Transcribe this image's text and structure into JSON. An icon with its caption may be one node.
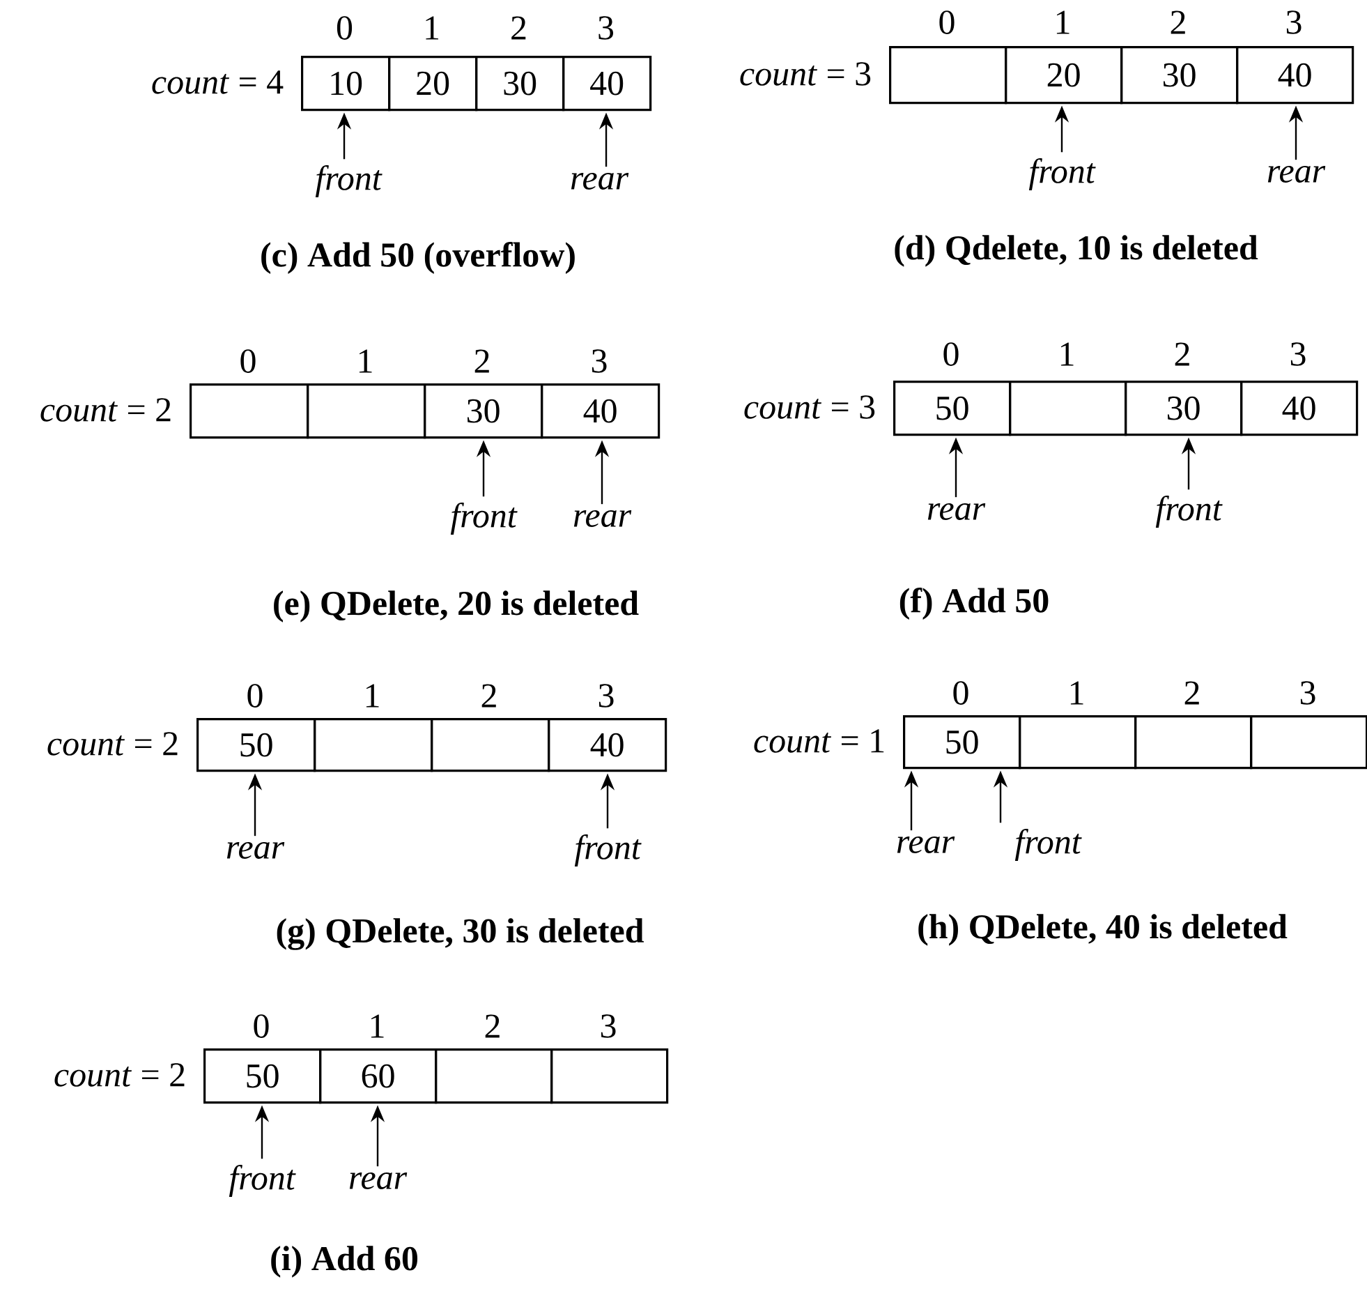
{
  "diagram": {
    "nodes": [
      {
        "text": [
          "10"
        ]
      },
      {
        "text": [
          "20"
        ]
      },
      {
        "text": [
          "30"
        ]
      },
      {
        "text": [
          "40"
        ]
      },
      {
        "text": [
          "front"
        ]
      },
      {
        "text": [
          "rear"
        ]
      },
      {
        "text": [],
        "shape": "box"
      },
      {
        "text": [
          "20"
        ]
      },
      {
        "text": [
          "30"
        ]
      },
      {
        "text": [
          "40"
        ]
      },
      {
        "text": [
          "front"
        ]
      },
      {
        "text": [
          "rear"
        ]
      },
      {
        "text": [],
        "shape": "box"
      },
      {
        "text": [],
        "shape": "box"
      },
      {
        "text": [
          "30"
        ]
      },
      {
        "text": [
          "40"
        ]
      },
      {
        "text": [
          "front"
        ]
      },
      {
        "text": [
          "rear"
        ]
      },
      {
        "text": [
          "50"
        ]
      },
      {
        "text": [],
        "shape": "box"
      },
      {
        "text": [
          "30"
        ]
      },
      {
        "text": [
          "40"
        ]
      },
      {
        "text": [
          "rear"
        ]
      },
      {
        "text": [
          "front"
        ]
      },
      {
        "text": [
          "50"
        ]
      },
      {
        "text": [],
        "shape": "box"
      },
      {
        "text": [],
        "shape": "box"
      },
      {
        "text": [
          "40"
        ]
      },
      {
        "text": [
          "rear"
        ]
      },
      {
        "text": [
          "front"
        ]
      },
      {
        "text": [
          "50"
        ]
      },
      {
        "text": [],
        "shape": "box"
      },
      {
        "text": [],
        "shape": "box"
      },
      {
        "text": [],
        "shape": "box"
      },
      {
        "text": [
          "rear"
        ]
      },
      {
        "text": [
          "front"
        ]
      },
      {
        "text": [
          "50"
        ]
      },
      {
        "text": [
          "60"
        ]
      },
      {
        "text": [],
        "shape": "box"
      },
      {
        "text": [],
        "shape": "box"
      },
      {
        "text": [
          "front"
        ]
      },
      {
        "text": [
          "rear"
        ]
      }
    ],
    "edges": [
      {
        "from": 4,
        "to": 0,
        "arrow": "to"
      },
      {
        "from": 5,
        "to": 3,
        "arrow": "to"
      },
      {
        "from": 10,
        "to": 7,
        "arrow": "to"
      },
      {
        "from": 11,
        "to": 9,
        "arrow": "to"
      },
      {
        "from": 16,
        "to": 14,
        "arrow": "to"
      },
      {
        "from": 17,
        "to": 15,
        "arrow": "to"
      },
      {
        "from": 22,
        "to": 18,
        "arrow": "to"
      },
      {
        "from": 23,
        "to": 20,
        "arrow": "to"
      },
      {
        "from": 28,
        "to": 24,
        "arrow": "to"
      },
      {
        "from": 29,
        "to": 27,
        "arrow": "to"
      },
      {
        "from": 34,
        "to": 30,
        "arrow": "to"
      },
      {
        "from": 35,
        "to": 30,
        "arrow": "to"
      },
      {
        "from": 40,
        "to": 36,
        "arrow": "to"
      },
      {
        "from": 41,
        "to": 37,
        "arrow": "to"
      }
    ],
    "labels": [
      "0",
      "1",
      "2",
      "3",
      "*count* = 4",
      "(c) Add 50 (overflow)",
      "0",
      "1",
      "2",
      "3",
      "*count* = 3",
      "(d) Qdelete, 10 is deleted",
      "0",
      "1",
      "2",
      "3",
      "*count* = 2",
      "(e) QDelete, 20 is deleted",
      "0",
      "1",
      "2",
      "3",
      "*count* = 3",
      "(f) Add 50",
      "0",
      "1",
      "2",
      "3",
      "*count* = 2",
      "(g) QDelete, 30 is deleted",
      "0",
      "1",
      "2",
      "3",
      "*count* = 1",
      "(h) QDelete, 40 is deleted",
      "0",
      "1",
      "2",
      "3",
      "*count* = 2",
      "(i) Add 60"
    ]
  }
}
